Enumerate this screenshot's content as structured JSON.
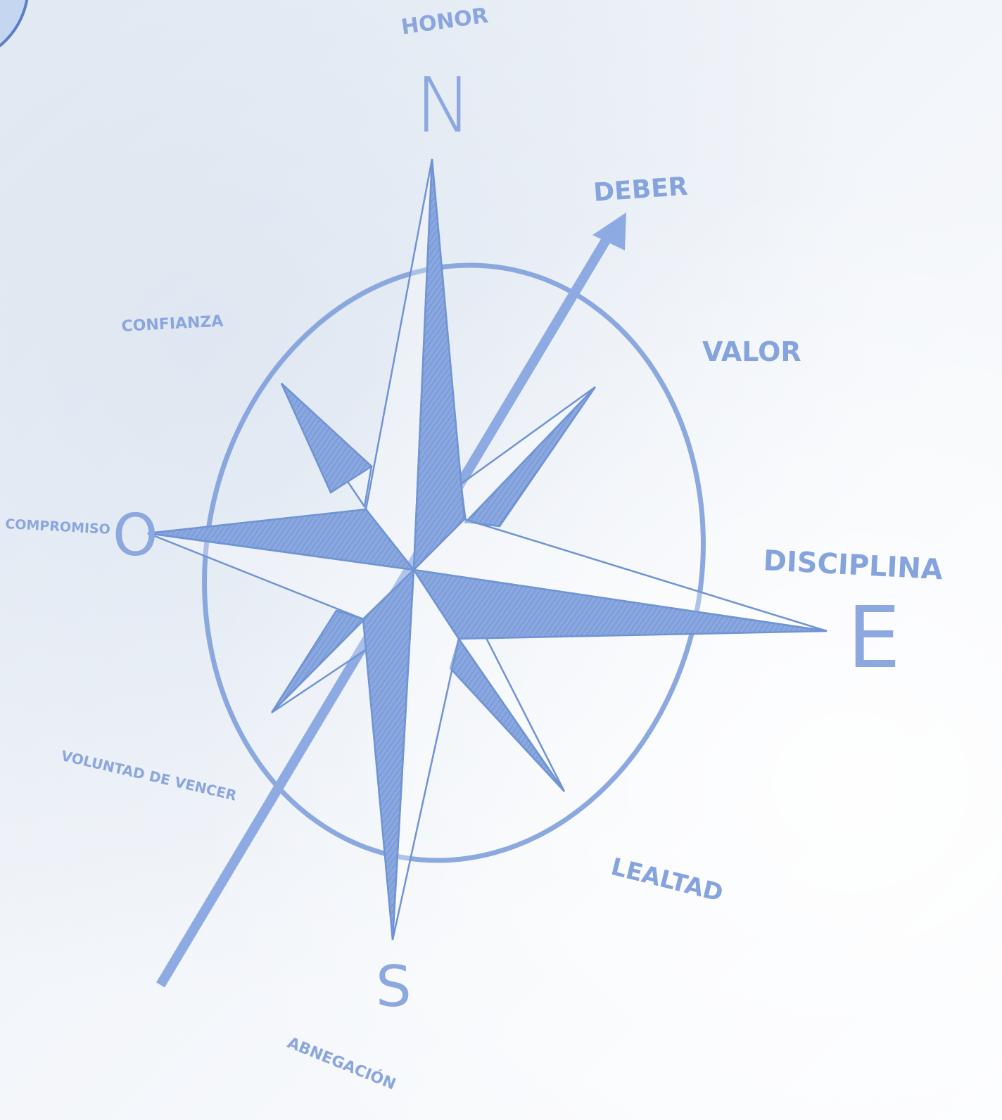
{
  "palette": {
    "ink": "#7fa0dc",
    "ink_light": "#9db5e4",
    "paper": "#eef2f7",
    "corner": "#bcd0ee"
  },
  "cardinals": {
    "north": "N",
    "south": "S",
    "east": "E",
    "west": "O"
  },
  "values": {
    "honor": "HONOR",
    "deber": "DEBER",
    "valor": "VALOR",
    "confianza": "CONFIANZA",
    "compromiso": "COMPROMISO",
    "disciplina": "DISCIPLINA",
    "voluntad": "VOLUNTAD DE VENCER",
    "lealtad": "LEALTAD",
    "abnegacion": "ABNEGACIÓN"
  },
  "icons": {
    "compass": "compass-rose-icon",
    "arrow": "arrow-icon",
    "corner": "circle-corner-icon"
  }
}
